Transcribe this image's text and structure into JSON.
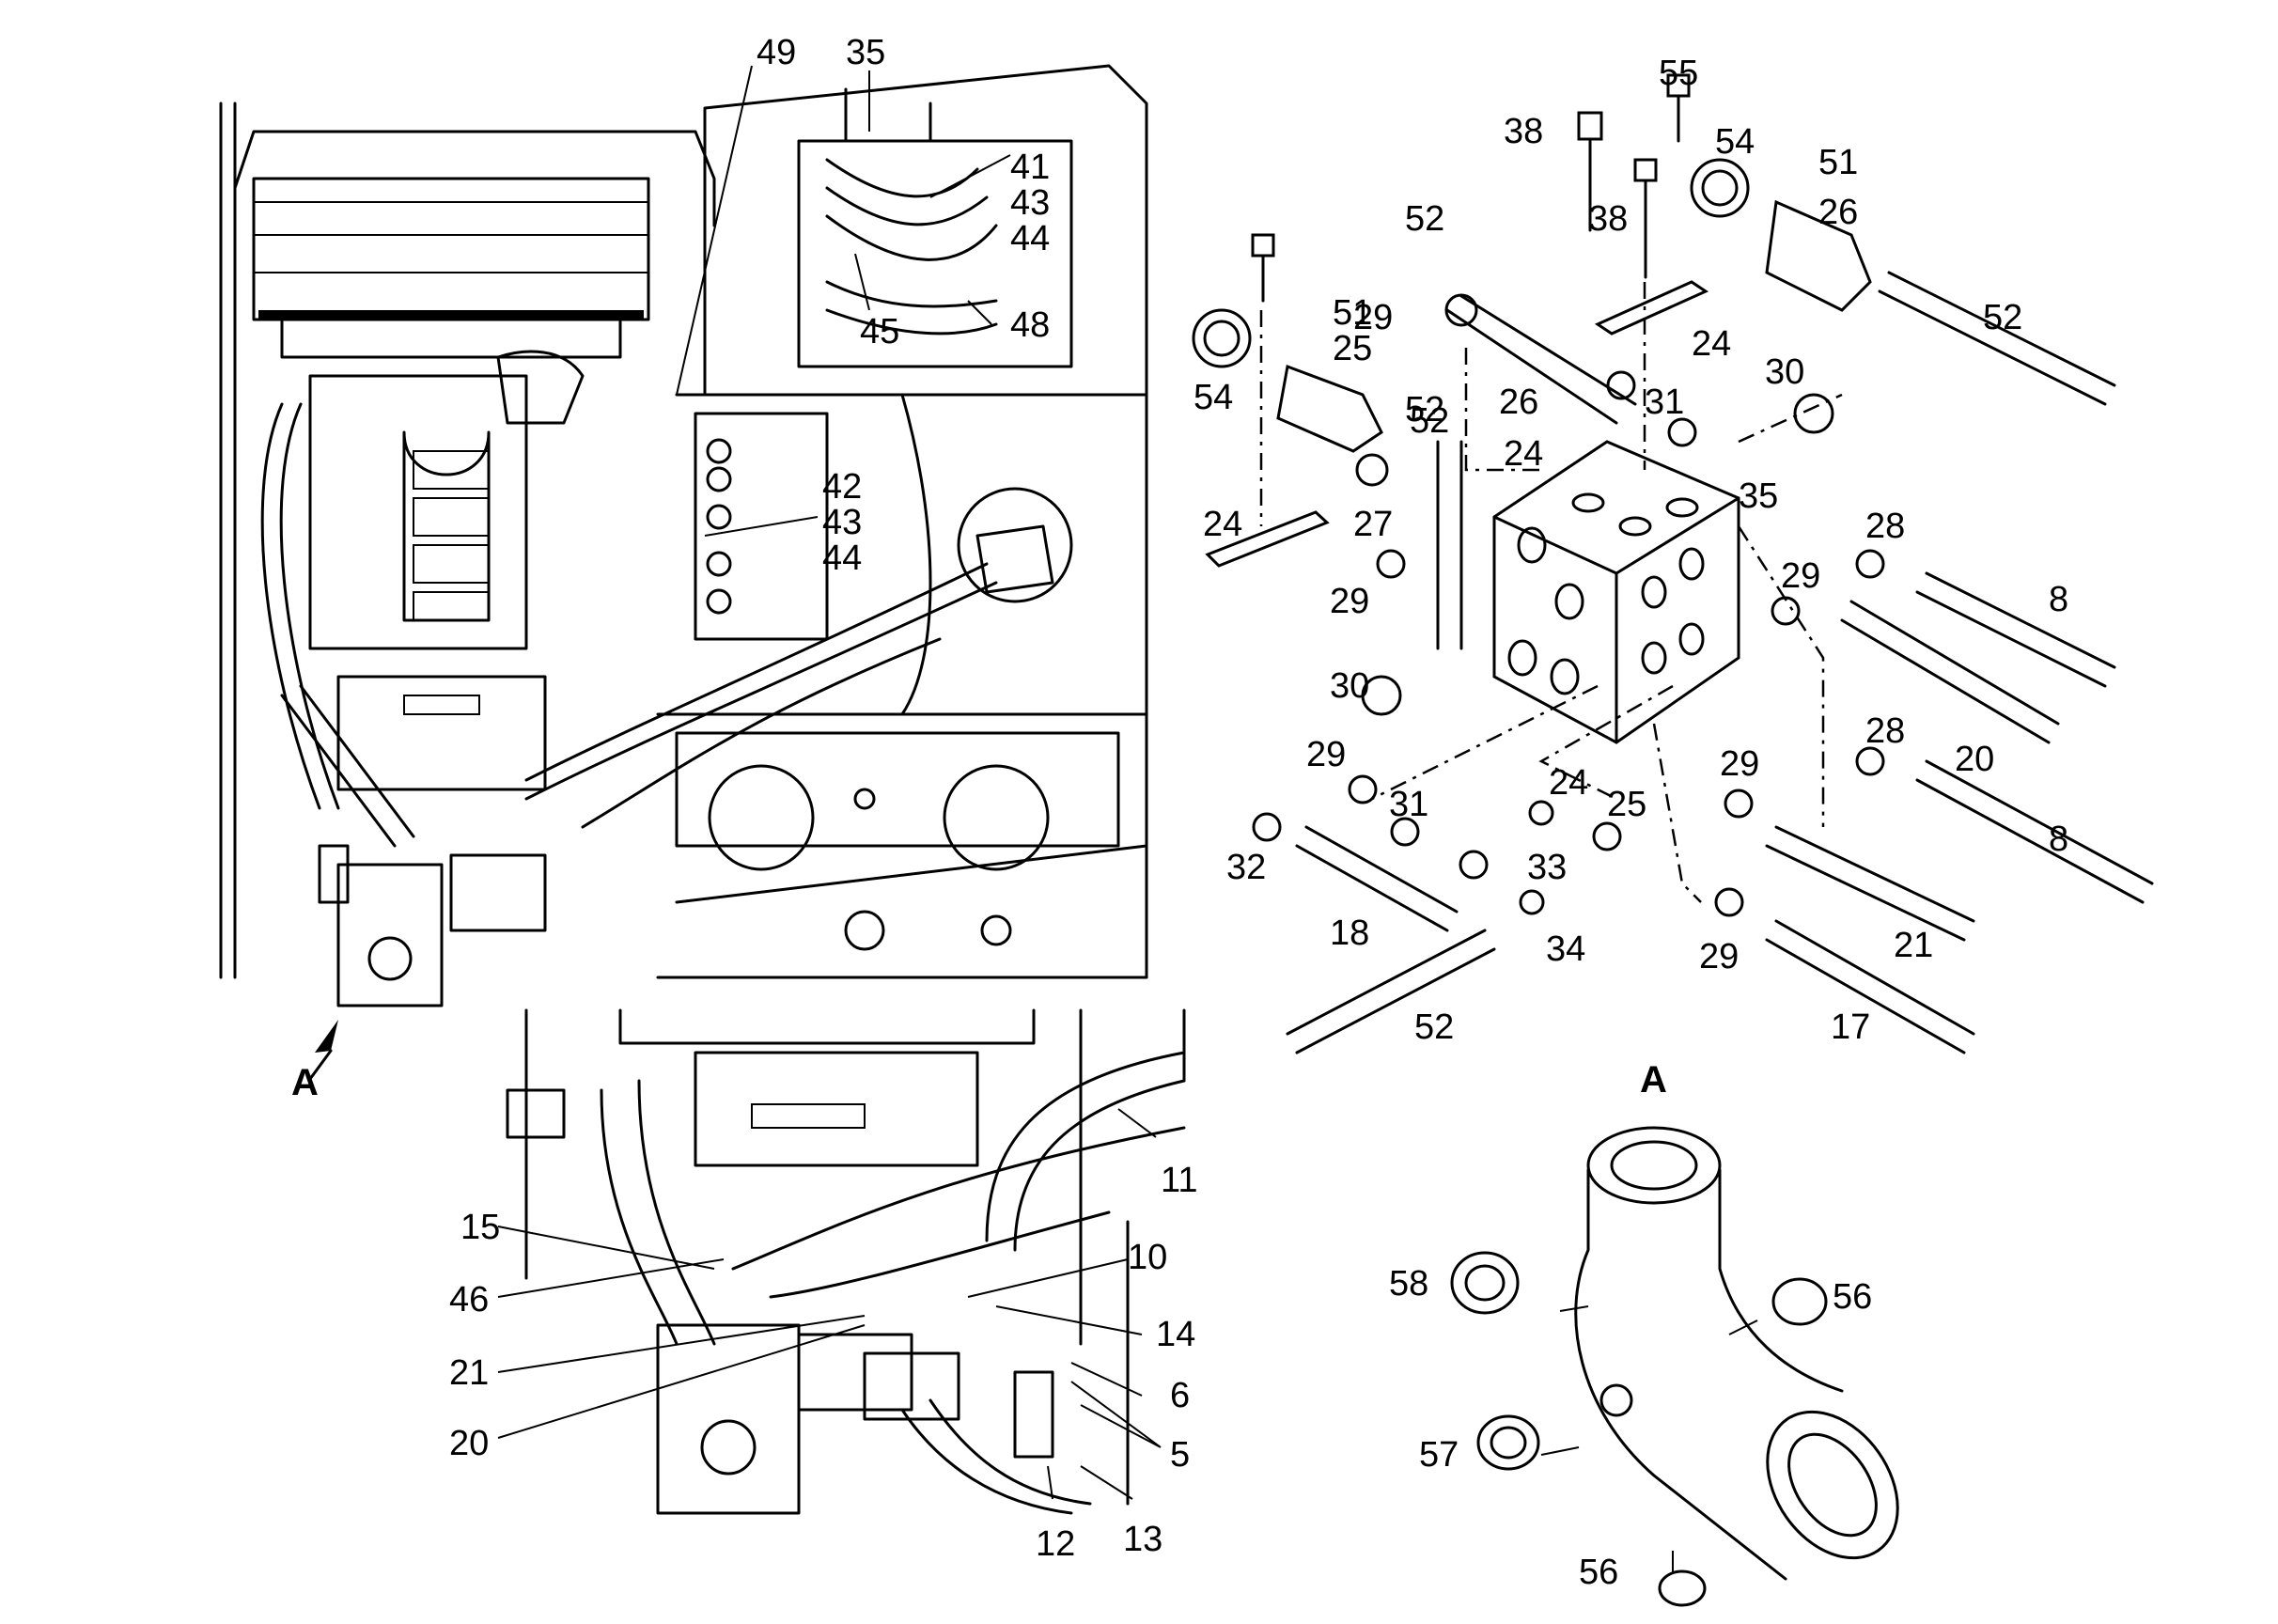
{
  "diagram": {
    "main_view_callouts": [
      "49",
      "35",
      "41",
      "43",
      "44",
      "45",
      "48",
      "42",
      "43",
      "44"
    ],
    "view_a_marker": "A",
    "detail_view_callouts": [
      "11",
      "15",
      "46",
      "10",
      "21",
      "14",
      "6",
      "20",
      "5",
      "12",
      "13"
    ],
    "manifold_callouts": [
      "55",
      "38",
      "54",
      "51",
      "26",
      "52",
      "38",
      "52",
      "29",
      "24",
      "51",
      "25",
      "52",
      "54",
      "26",
      "31",
      "30",
      "24",
      "52",
      "27",
      "35",
      "24",
      "28",
      "8",
      "29",
      "29",
      "20",
      "30",
      "28",
      "29",
      "8",
      "31",
      "24",
      "25",
      "29",
      "32",
      "33",
      "18",
      "34",
      "21",
      "29",
      "17",
      "52"
    ],
    "view_a_title": "A",
    "view_a_callouts": [
      "58",
      "56",
      "57",
      "56"
    ]
  }
}
